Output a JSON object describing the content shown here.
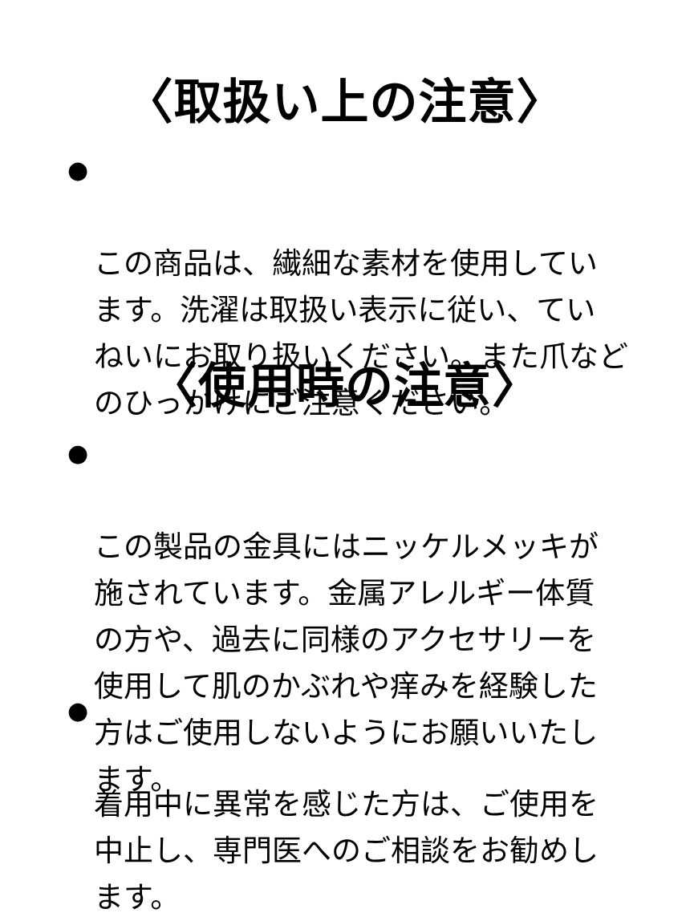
{
  "sections": [
    {
      "title": "〈取扱い上の注意〉",
      "items": [
        {
          "bullet": "●",
          "text": "この商品は、繊細な素材を使用してい\nます。洗濯は取扱い表示に従い、てい\nねいにお取り扱いください。また爪など\nのひっかけにご注意ください。"
        }
      ]
    },
    {
      "title": "〈使用時の注意〉",
      "items": [
        {
          "bullet": "●",
          "text": "この製品の金具にはニッケルメッキが\n施されています。金属アレルギー体質\nの方や、過去に同様のアクセサリーを\n使用して肌のかぶれや痒みを経験した\n方はご使用しないようにお願いいたし\nます。"
        },
        {
          "bullet": "●",
          "text": "着用中に異常を感じた方は、ご使用を\n中止し、専門医へのご相談をお勧めし\nます。"
        }
      ]
    }
  ]
}
